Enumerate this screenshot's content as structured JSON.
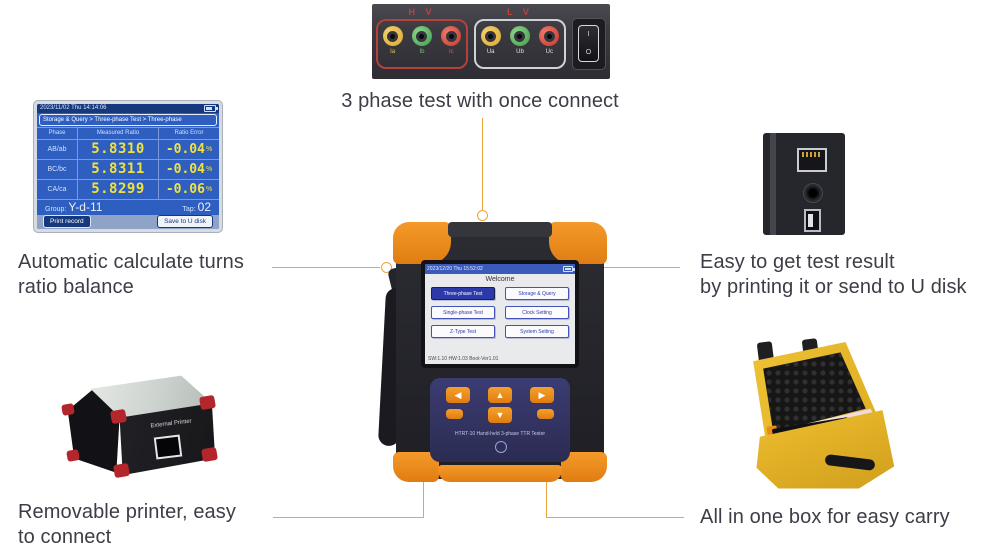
{
  "page": {
    "background": "#ffffff",
    "accent": "#E9A53F",
    "text_color": "#3D3D47"
  },
  "captions": {
    "top": "3 phase test with once connect",
    "left_top": {
      "line1": "Automatic calculate turns",
      "line2": "ratio balance"
    },
    "right_top": {
      "line1": "Easy to get test result",
      "line2": "by printing it or send to U disk"
    },
    "left_bottom": {
      "line1": "Removable printer, easy",
      "line2": "to connect"
    },
    "right_bottom": {
      "line1": "All in one box for easy carry"
    }
  },
  "connector_panel": {
    "hv_label": "H V",
    "lv_label": "L V",
    "hv_jacks": [
      {
        "label": "Ia",
        "color": "#E6B93F"
      },
      {
        "label": "Ib",
        "color": "#53B258"
      },
      {
        "label": "Ic",
        "color": "#DD4A3A"
      }
    ],
    "lv_jacks": [
      {
        "label": "Ua",
        "color": "#E6B93F"
      },
      {
        "label": "Ub",
        "color": "#53B258"
      },
      {
        "label": "Uc",
        "color": "#DD4A3A"
      }
    ],
    "power_switch": {
      "on": "I",
      "off": "O"
    }
  },
  "lcd_screen": {
    "datetime": "2023/11/02 Thu 14:14:06",
    "breadcrumb": "Storage & Query > Three-phase Test > Three-phase",
    "columns": {
      "phase": "Phase",
      "ratio": "Measured Ratio",
      "error": "Ratio Error"
    },
    "rows": [
      {
        "phase": "AB/ab",
        "ratio": "5.8310",
        "error": "-0.04",
        "unit": "%"
      },
      {
        "phase": "BC/bc",
        "ratio": "5.8311",
        "error": "-0.04",
        "unit": "%"
      },
      {
        "phase": "CA/ca",
        "ratio": "5.8299",
        "error": "-0.06",
        "unit": "%"
      }
    ],
    "group_label": "Group:",
    "group_value": "Y-d-11",
    "tap_label": "Tap:",
    "tap_value": "02",
    "print_button": "Print record",
    "save_button": "Save to U disk"
  },
  "device": {
    "screen": {
      "datetime": "2023/12/20 Thu 15:52:02",
      "title": "Welcome",
      "menu": [
        "Three-phase Test",
        "Storage & Query",
        "Single-phase Test",
        "Clock Setting",
        "Z-Type Test",
        "System Setting"
      ],
      "status": "SW:1.10  HW:1.03  Boot-Ver1.01"
    },
    "keypad": {
      "left": "◀",
      "up": "▲",
      "right": "▶",
      "down": "▼"
    },
    "label": "HTRT-10 Hand-held 3-phase TTR Tester"
  },
  "printer": {
    "label": "External Printer"
  }
}
